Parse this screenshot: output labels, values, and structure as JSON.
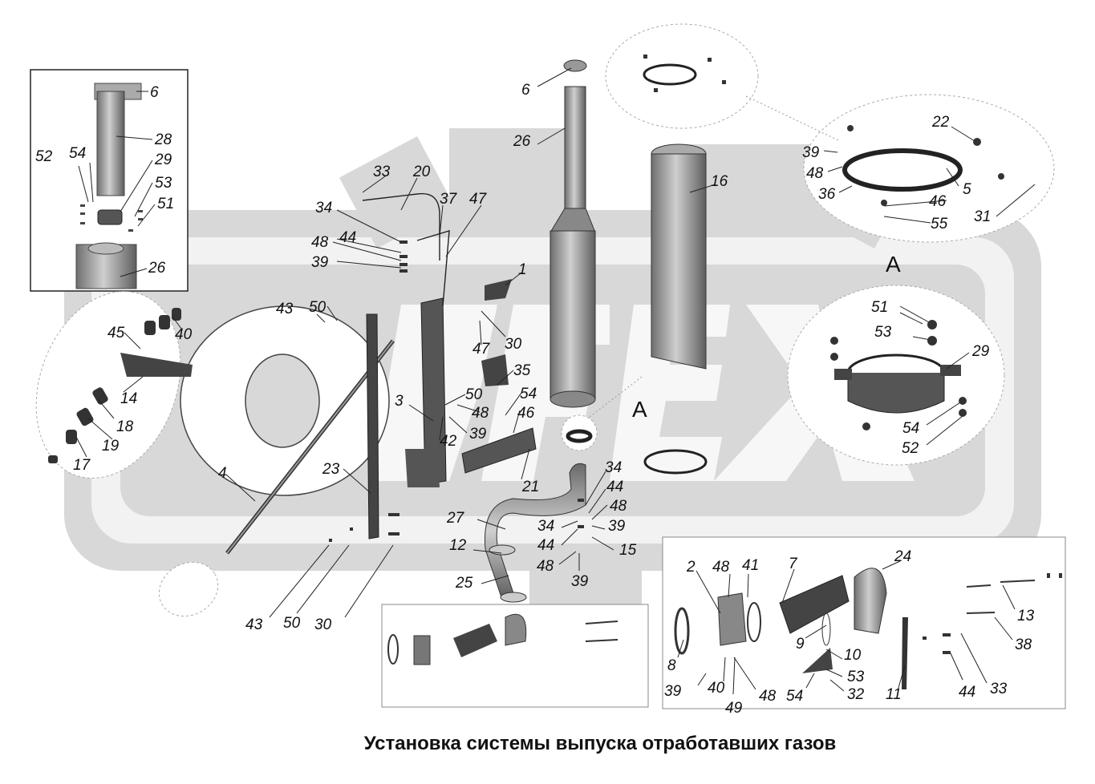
{
  "caption": "Установка системы выпуска отработавших газов",
  "view_mark": "А",
  "labels": {
    "l6a": "6",
    "l28": "28",
    "l52a": "52",
    "l54a": "54",
    "l29a": "29",
    "l53a": "53",
    "l51a": "51",
    "l26a": "26",
    "l6b": "6",
    "l26b": "26",
    "l33a": "33",
    "l20": "20",
    "l37": "37",
    "l47a": "47",
    "l34a": "34",
    "l48a": "48",
    "l44a": "44",
    "l39a": "39",
    "l1": "1",
    "l16": "16",
    "l22": "22",
    "l39b": "39",
    "l48b": "48",
    "l36": "36",
    "l5": "5",
    "l46a": "46",
    "l55": "55",
    "l31": "31",
    "l43a": "43",
    "l50a": "50",
    "l47b": "47",
    "l30a": "30",
    "l35": "35",
    "l50b": "50",
    "l54b": "54",
    "l46b": "46",
    "l48c": "48",
    "l39c": "39",
    "l3": "3",
    "l42": "42",
    "l21": "21",
    "l40a": "40",
    "l45": "45",
    "l14": "14",
    "l18": "18",
    "l19": "19",
    "l17": "17",
    "l4": "4",
    "l23": "23",
    "l51b": "51",
    "l53b": "53",
    "l29b": "29",
    "l54c": "54",
    "l52b": "52",
    "l34b": "34",
    "l44b": "44",
    "l48d": "48",
    "l27": "27",
    "l34c": "34",
    "l39d": "39",
    "l44c": "44",
    "l15": "15",
    "l12": "12",
    "l48e": "48",
    "l39e": "39",
    "l25": "25",
    "l43b": "43",
    "l50c": "50",
    "l30b": "30",
    "l2": "2",
    "l48f": "48",
    "l41": "41",
    "l7": "7",
    "l24": "24",
    "l13": "13",
    "l38": "38",
    "l9": "9",
    "l8": "8",
    "l10": "10",
    "l53c": "53",
    "l39f": "39",
    "l40b": "40",
    "l48g": "48",
    "l49": "49",
    "l54d": "54",
    "l32": "32",
    "l11": "11",
    "l44d": "44",
    "l33b": "33"
  }
}
